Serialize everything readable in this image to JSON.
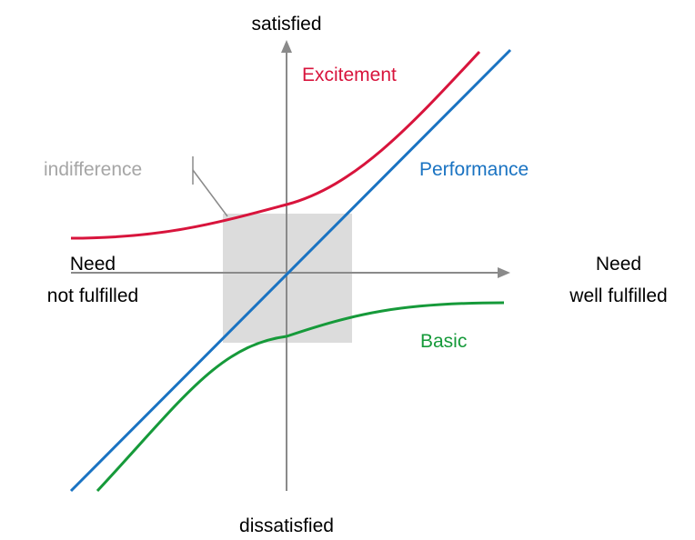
{
  "axes": {
    "y_top": "satisfied",
    "y_bottom": "dissatisfied",
    "x_left": [
      "Need",
      "not fulfilled"
    ],
    "x_right": [
      "Need",
      "well fulfilled"
    ]
  },
  "zones": {
    "indifference": "indifference"
  },
  "curves": {
    "excitement": {
      "label": "Excitement",
      "color": "#d8143c"
    },
    "performance": {
      "label": "Performance",
      "color": "#1a73c2"
    },
    "basic": {
      "label": "Basic",
      "color": "#169a3a"
    }
  },
  "colors": {
    "axis": "#8a8a8a",
    "zone_fill": "#dcdcdc",
    "indifference_label": "#a6a6a6"
  }
}
